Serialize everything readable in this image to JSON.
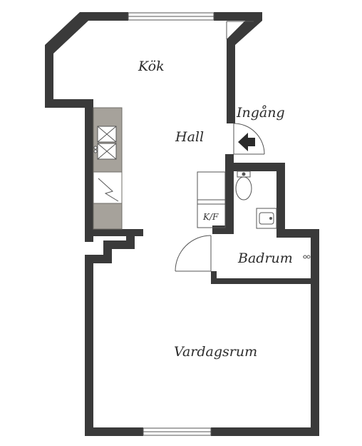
{
  "plan": {
    "rooms": {
      "kitchen": "Kök",
      "hall": "Hall",
      "entrance": "Ingång",
      "bathroom": "Badrum",
      "living_room": "Vardagsrum",
      "fridge_freezer": "K/F"
    },
    "colors": {
      "wall": "#3a3a3a",
      "counter": "#a6a29b",
      "background": "#ffffff"
    }
  }
}
